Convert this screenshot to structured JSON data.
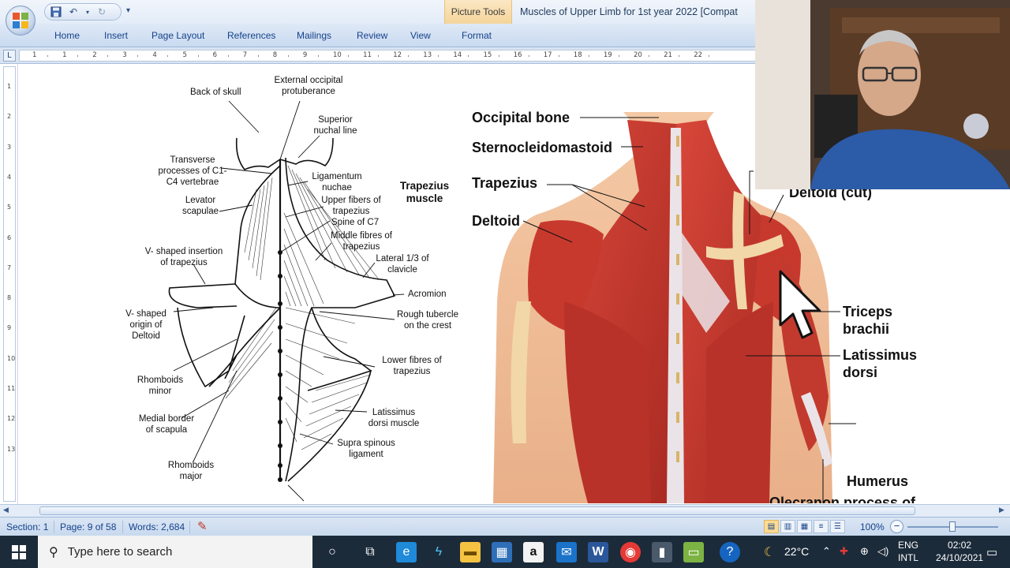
{
  "window": {
    "title": "Muscles of Upper Limb  for 1st year 2022 [Compat",
    "context_tab": "Picture Tools"
  },
  "quick_access": {
    "save_icon": "save-icon",
    "undo_icon": "undo-icon",
    "redo_icon": "redo-icon"
  },
  "ribbon": {
    "tabs": [
      "Home",
      "Insert",
      "Page Layout",
      "References",
      "Mailings",
      "Review",
      "View",
      "Format"
    ]
  },
  "ruler": {
    "numbers": [
      "1",
      "1",
      "2",
      "3",
      "4",
      "5",
      "6",
      "7",
      "8",
      "9",
      "10",
      "11",
      "12",
      "13",
      "14",
      "15",
      "16",
      "17",
      "18",
      "19",
      "20",
      "21",
      "22"
    ],
    "vertical_numbers": [
      "1",
      "2",
      "3",
      "4",
      "5",
      "6",
      "7",
      "8",
      "9",
      "10",
      "11",
      "12",
      "13"
    ]
  },
  "left_figure": {
    "title": "Trapezius muscle",
    "labels": {
      "back_of_skull": "Back of skull",
      "ext_occipital": "External occipital protuberance",
      "sup_nuchal": "Superior nuchal line",
      "transverse": "Transverse processes of C1- C4 vertebrae",
      "lig_nuchae": "Ligamentum nuchae",
      "upper_fibers": "Upper fibers of trapezius",
      "levator": "Levator scapulae",
      "spine_c7": "Spine of C7",
      "middle_fibres": "Middle fibres of trapezius",
      "v_insertion": "V- shaped insertion of trapezius",
      "lateral_clavicle": "Lateral 1/3 of clavicle",
      "acromion": "Acromion",
      "v_origin": "V- shaped origin of Deltoid",
      "rough_tubercle": "Rough tubercle on the crest",
      "lower_fibres": "Lower fibres of trapezius",
      "rhomboids_minor": "Rhomboids minor",
      "latissimus": "Latissimus dorsi muscle",
      "medial_border": "Medial border of scapula",
      "supra_spinous": "Supra spinous ligament",
      "rhomboids_major": "Rhomboids major"
    }
  },
  "right_figure": {
    "labels": {
      "occipital": "Occipital bone",
      "scm": "Sternocleidomastoid",
      "trapezius": "Trapezius",
      "deltoid": "Deltoid",
      "deltoid_cut": "Deltoid (cut)",
      "triceps": "Triceps brachii",
      "latissimus": "Latissimus dorsi",
      "humerus": "Humerus",
      "olecranon": "Olecranon process of"
    }
  },
  "status": {
    "section": "Section: 1",
    "page": "Page: 9 of 58",
    "words": "Words: 2,684",
    "zoom": "100%"
  },
  "taskbar": {
    "search_placeholder": "Type here to search",
    "weather": "22°C",
    "lang1": "ENG",
    "lang2": "INTL",
    "time": "02:02",
    "date": "24/10/2021"
  },
  "colors": {
    "ribbon_blue": "#c9daf0",
    "picture_tools": "#f4d49a",
    "muscle_red": "#c8382c",
    "taskbar": "#1c2b3a"
  }
}
